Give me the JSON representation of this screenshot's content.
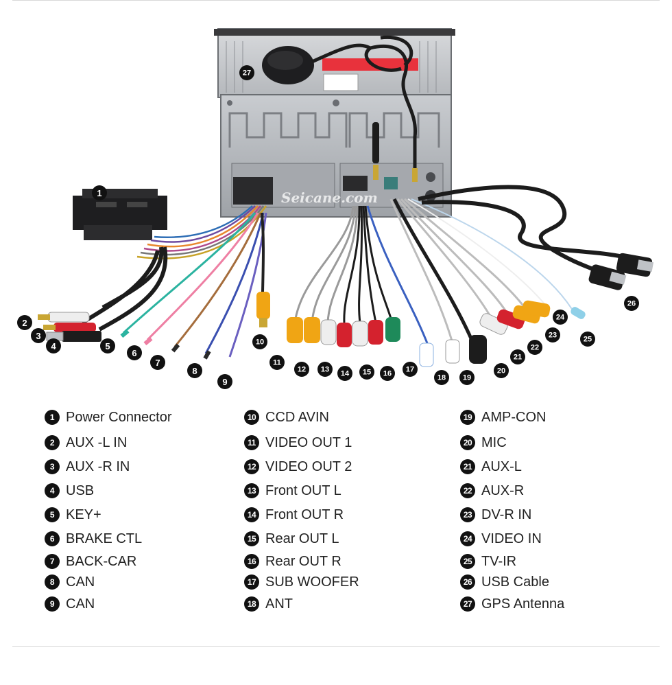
{
  "watermark": "Seicane.com",
  "callouts": [
    {
      "n": "1"
    },
    {
      "n": "2"
    },
    {
      "n": "3"
    },
    {
      "n": "4"
    },
    {
      "n": "5"
    },
    {
      "n": "6"
    },
    {
      "n": "7"
    },
    {
      "n": "8"
    },
    {
      "n": "9"
    },
    {
      "n": "10"
    },
    {
      "n": "11"
    },
    {
      "n": "12"
    },
    {
      "n": "13"
    },
    {
      "n": "14"
    },
    {
      "n": "15"
    },
    {
      "n": "16"
    },
    {
      "n": "17"
    },
    {
      "n": "18"
    },
    {
      "n": "19"
    },
    {
      "n": "20"
    },
    {
      "n": "21"
    },
    {
      "n": "22"
    },
    {
      "n": "23"
    },
    {
      "n": "24"
    },
    {
      "n": "25"
    },
    {
      "n": "26"
    },
    {
      "n": "27"
    }
  ],
  "legend": {
    "col1": [
      {
        "n": "1",
        "label": "Power Connector"
      },
      {
        "n": "2",
        "label": "AUX -L IN"
      },
      {
        "n": "3",
        "label": "AUX -R IN"
      },
      {
        "n": "4",
        "label": "USB"
      },
      {
        "n": "5",
        "label": "KEY+"
      },
      {
        "n": "6",
        "label": "BRAKE CTL"
      },
      {
        "n": "7",
        "label": "BACK-CAR"
      },
      {
        "n": "8",
        "label": "CAN"
      },
      {
        "n": "9",
        "label": "CAN"
      }
    ],
    "col2": [
      {
        "n": "10",
        "label": "CCD AVIN"
      },
      {
        "n": "11",
        "label": "VIDEO  OUT 1"
      },
      {
        "n": "12",
        "label": "VIDEO  OUT 2"
      },
      {
        "n": "13",
        "label": "Front OUT L"
      },
      {
        "n": "14",
        "label": "Front OUT R"
      },
      {
        "n": "15",
        "label": "Rear OUT L"
      },
      {
        "n": "16",
        "label": "Rear OUT R"
      },
      {
        "n": "17",
        "label": "SUB WOOFER"
      },
      {
        "n": "18",
        "label": "ANT"
      }
    ],
    "col3": [
      {
        "n": "19",
        "label": "AMP-CON"
      },
      {
        "n": "20",
        "label": "MIC"
      },
      {
        "n": "21",
        "label": "AUX-L"
      },
      {
        "n": "22",
        "label": "AUX-R"
      },
      {
        "n": "23",
        "label": "DV-R IN"
      },
      {
        "n": "24",
        "label": "VIDEO IN"
      },
      {
        "n": "25",
        "label": "TV-IR"
      },
      {
        "n": "26",
        "label": "USB Cable"
      },
      {
        "n": "27",
        "label": "GPS Antenna"
      }
    ]
  },
  "colors": {
    "yellow": "#f0a514",
    "red": "#d4222e",
    "white": "#eeeeee",
    "green": "#1e8a5a",
    "black": "#1c1c1c",
    "chassis": "#b9bcc0",
    "accent_red": "#e8323c"
  }
}
